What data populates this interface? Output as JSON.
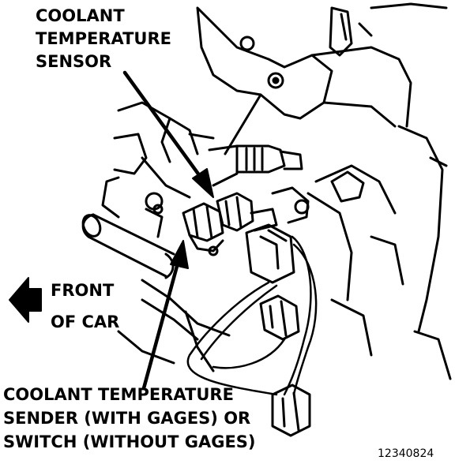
{
  "labels": {
    "sensor": [
      "COOLANT",
      "TEMPERATURE",
      "SENSOR"
    ],
    "front": [
      "FRONT",
      "OF CAR"
    ],
    "sender": [
      "COOLANT TEMPERATURE",
      "SENDER (WITH GAGES) OR",
      "SWITCH (WITHOUT GAGES)"
    ]
  },
  "figure_id": "12340824",
  "colors": {
    "ink": "#000000",
    "paper": "#ffffff"
  }
}
